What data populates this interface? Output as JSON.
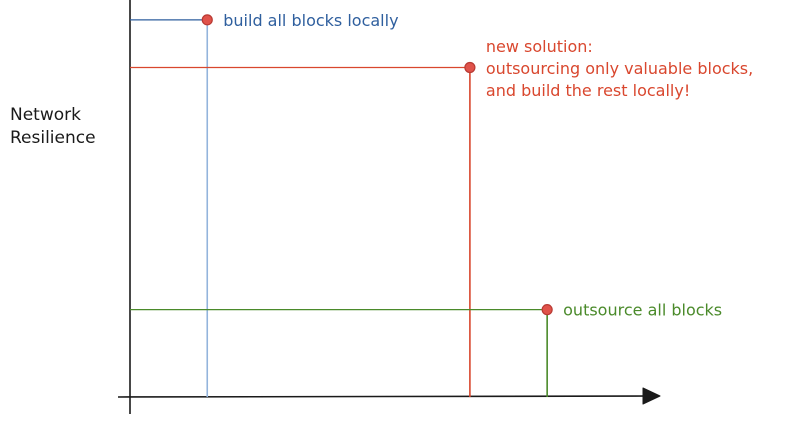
{
  "chart_data": {
    "type": "scatter",
    "title": "",
    "xlabel": "",
    "ylabel": [
      "Network",
      "Resilience"
    ],
    "grid": false,
    "legend": "none",
    "series": [
      {
        "color": "#2f5f9e",
        "guide_color": "#93b4dc",
        "x": 0.15,
        "y": 0.95,
        "annotation": [
          "build all blocks locally"
        ]
      },
      {
        "color": "#d9472e",
        "guide_color": "#d9472e",
        "x": 0.66,
        "y": 0.83,
        "annotation": [
          "new solution:",
          "outsourcing only valuable blocks,",
          "and build the rest locally!"
        ]
      },
      {
        "color": "#4a8a2a",
        "guide_color": "#4a8a2a",
        "x": 0.81,
        "y": 0.22,
        "annotation": [
          "outsource all blocks"
        ]
      }
    ],
    "xlim": [
      0,
      1
    ],
    "ylim": [
      0,
      1
    ],
    "axis_color": "#1a1a1a",
    "point_fill": "#e0524a",
    "point_stroke": "#b83a33"
  }
}
